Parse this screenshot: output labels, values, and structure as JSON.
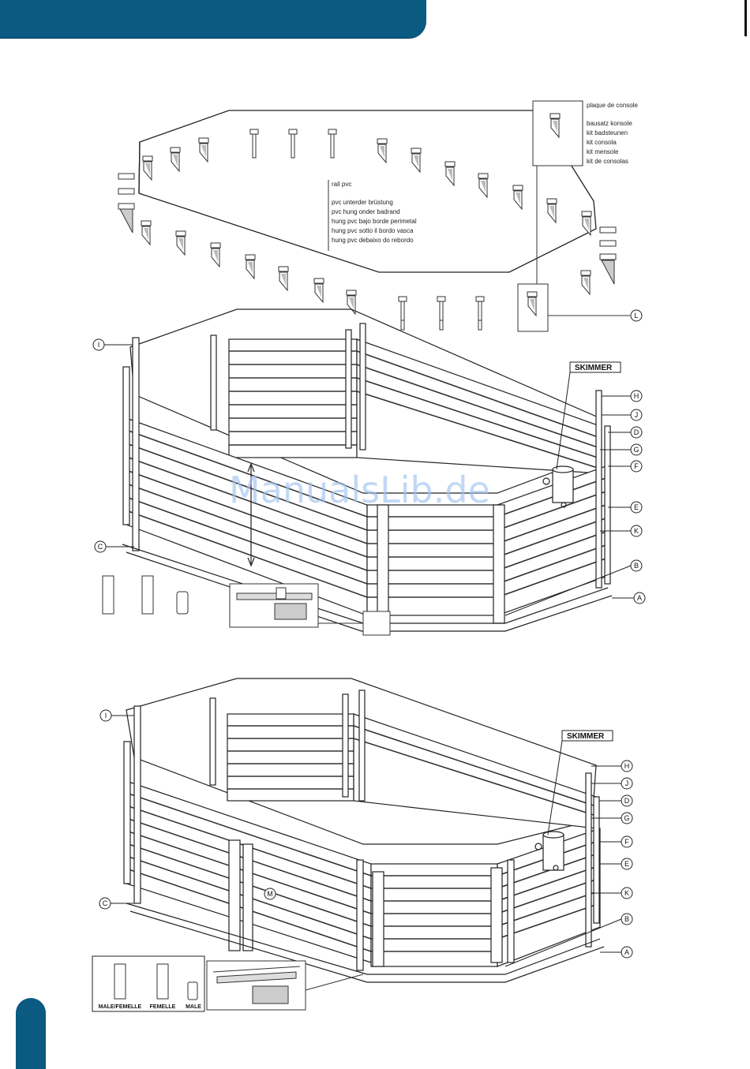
{
  "colors": {
    "header": "#0a5a82",
    "watermark": "#9fc3f0",
    "ink": "#222222"
  },
  "console_callout": {
    "title": "plaque de console",
    "lines": [
      "bausatz konsole",
      "kit badsteunen",
      "kit consola",
      "kit mensole",
      "kit de consolas"
    ]
  },
  "rail_callout": {
    "title": "rail pvc",
    "lines": [
      "pvc unterder brüstung",
      "pvc hung onder badrand",
      "hung pvc bajo borde perimetal",
      "hung pvc sotto il bordo vasca",
      "hung pvc debaixo do rebordo"
    ]
  },
  "letters": {
    "A": "A",
    "B": "B",
    "C": "C",
    "D": "D",
    "E": "E",
    "F": "F",
    "G": "G",
    "H": "H",
    "I": "I",
    "J": "J",
    "K": "K",
    "L": "L",
    "M": "M"
  },
  "skimmer_label": "SKIMMER",
  "watermark": "ManualsLib.de",
  "legend": {
    "male_femelle": "MALE/FEMELLE",
    "femelle": "FEMELLE",
    "male": "MALE"
  }
}
